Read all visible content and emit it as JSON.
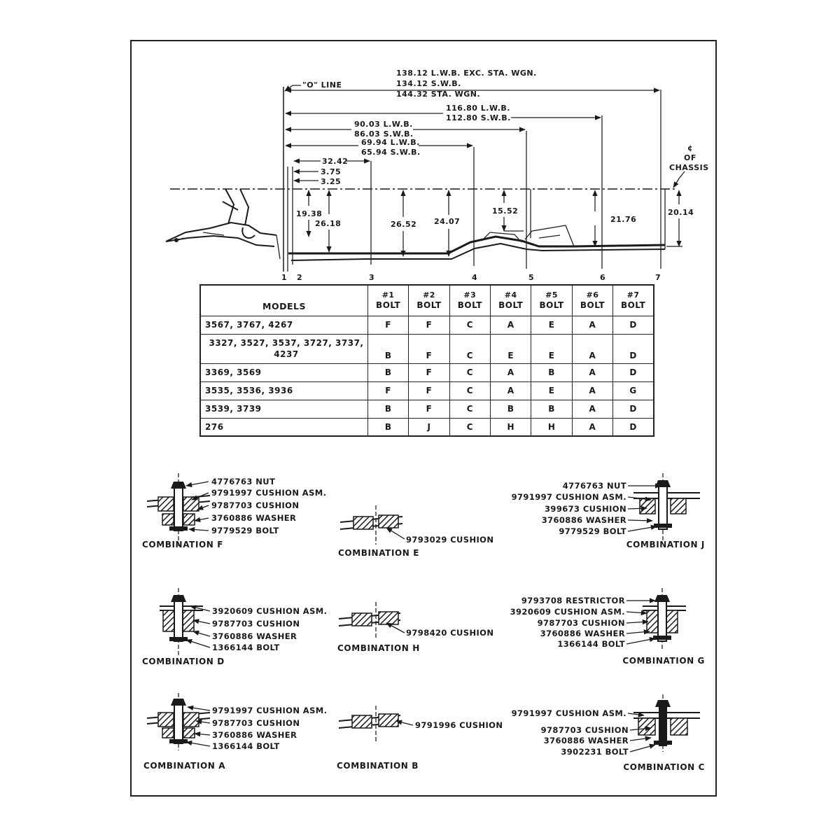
{
  "frame_diagram": {
    "o_line_label": "\"O\" LINE",
    "chassis_label": {
      "symbol": "¢",
      "line1": "OF",
      "line2": "CHASSIS"
    },
    "dimensions": {
      "pos7": [
        "138.12 L.W.B.  EXC. STA. WGN.",
        "134.12 S.W.B.",
        "144.32 STA. WGN."
      ],
      "pos6": [
        "116.80 L.W.B.",
        "112.80 S.W.B."
      ],
      "pos5": [
        "90.03 L.W.B.",
        "86.03 S.W.B."
      ],
      "pos4": [
        "69.94 L.W.B.",
        "65.94 S.W.B."
      ],
      "pos3": "32.42",
      "pos2": "3.75",
      "pos1": "3.25",
      "heights": [
        "19.38",
        "26.18",
        "26.52",
        "24.07",
        "15.52",
        "21.76",
        "20.14"
      ]
    },
    "position_numbers": [
      "1",
      "2",
      "3",
      "4",
      "5",
      "6",
      "7"
    ]
  },
  "bolt_table": {
    "models_header": "MODELS",
    "column_headers": [
      {
        "num": "#1",
        "label": "BOLT"
      },
      {
        "num": "#2",
        "label": "BOLT"
      },
      {
        "num": "#3",
        "label": "BOLT"
      },
      {
        "num": "#4",
        "label": "BOLT"
      },
      {
        "num": "#5",
        "label": "BOLT"
      },
      {
        "num": "#6",
        "label": "BOLT"
      },
      {
        "num": "#7",
        "label": "BOLT"
      }
    ],
    "rows": [
      {
        "models": "3567, 3767, 4267",
        "bolts": [
          "F",
          "F",
          "C",
          "A",
          "E",
          "A",
          "D"
        ]
      },
      {
        "models_line1": "3327, 3527, 3537, 3727, 3737,",
        "models_line2": "4237",
        "bolts": [
          "B",
          "F",
          "C",
          "E",
          "E",
          "A",
          "D"
        ]
      },
      {
        "models": "3369, 3569",
        "bolts": [
          "B",
          "F",
          "C",
          "A",
          "B",
          "A",
          "D"
        ]
      },
      {
        "models": "3535, 3536, 3936",
        "bolts": [
          "F",
          "F",
          "C",
          "A",
          "E",
          "A",
          "G"
        ]
      },
      {
        "models": "3539, 3739",
        "bolts": [
          "B",
          "F",
          "C",
          "B",
          "B",
          "A",
          "D"
        ]
      },
      {
        "models": "276",
        "bolts": [
          "B",
          "J",
          "C",
          "H",
          "H",
          "A",
          "D"
        ]
      }
    ]
  },
  "combinations": {
    "F": {
      "caption": "COMBINATION F",
      "parts": [
        "4776763 NUT",
        "9791997 CUSHION ASM.",
        "9787703 CUSHION",
        "3760886 WASHER",
        "9779529 BOLT"
      ]
    },
    "E": {
      "caption": "COMBINATION E",
      "parts": [
        "9793029 CUSHION"
      ]
    },
    "J": {
      "caption": "COMBINATION J",
      "parts": [
        "4776763 NUT",
        "9791997 CUSHION ASM.",
        "399673 CUSHION",
        "3760886 WASHER",
        "9779529 BOLT"
      ]
    },
    "D": {
      "caption": "COMBINATION D",
      "parts": [
        "3920609 CUSHION ASM.",
        "9787703 CUSHION",
        "3760886 WASHER",
        "1366144 BOLT"
      ]
    },
    "H": {
      "caption": "COMBINATION H",
      "parts": [
        "9798420 CUSHION"
      ]
    },
    "G": {
      "caption": "COMBINATION G",
      "parts": [
        "9793708 RESTRICTOR",
        "3920609 CUSHION ASM.",
        "9787703 CUSHION",
        "3760886 WASHER",
        "1366144 BOLT"
      ]
    },
    "A": {
      "caption": "COMBINATION A",
      "parts": [
        "9791997 CUSHION ASM.",
        "9787703 CUSHION",
        "3760886 WASHER",
        "1366144 BOLT"
      ]
    },
    "B": {
      "caption": "COMBINATION B",
      "parts": [
        "9791996 CUSHION"
      ]
    },
    "C": {
      "caption": "COMBINATION C",
      "parts": [
        "9791997 CUSHION ASM.",
        "9787703 CUSHION",
        "3760886 WASHER",
        "3902231 BOLT"
      ]
    }
  }
}
